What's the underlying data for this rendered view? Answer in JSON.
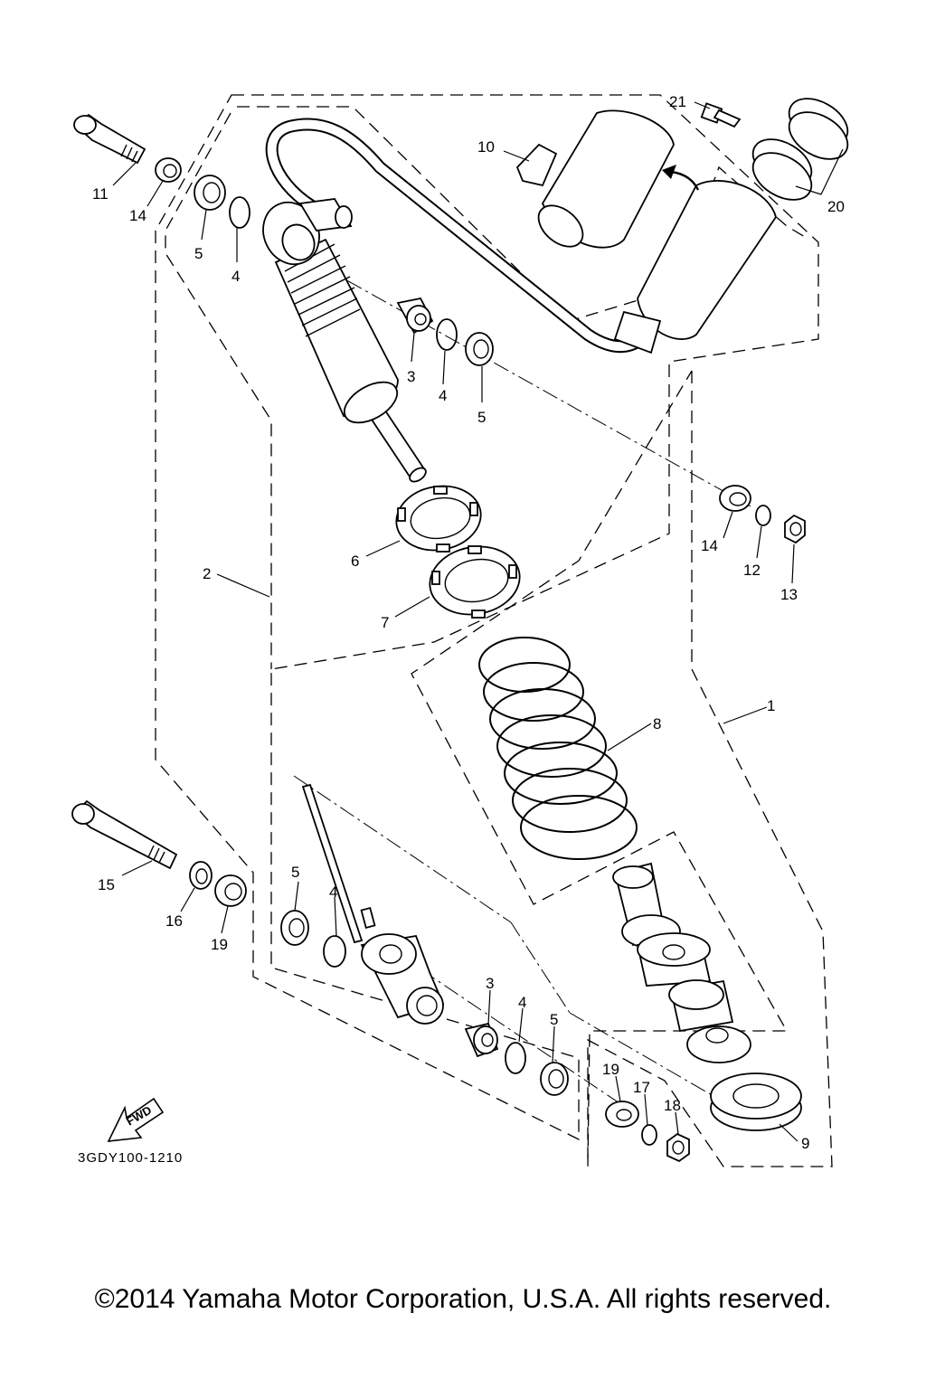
{
  "diagram": {
    "code": "3GDY100-1210",
    "fwd_label": "FWD",
    "copyright": "©2014 Yamaha Motor Corporation, U.S.A. All rights reserved."
  },
  "callouts": [
    {
      "id": "c11a",
      "text": "11"
    },
    {
      "id": "c14a",
      "text": "14"
    },
    {
      "id": "c5a",
      "text": "5"
    },
    {
      "id": "c4a",
      "text": "4"
    },
    {
      "id": "c10",
      "text": "10"
    },
    {
      "id": "c21",
      "text": "21"
    },
    {
      "id": "c20",
      "text": "20"
    },
    {
      "id": "c3a",
      "text": "3"
    },
    {
      "id": "c4b",
      "text": "4"
    },
    {
      "id": "c5b",
      "text": "5"
    },
    {
      "id": "c6",
      "text": "6"
    },
    {
      "id": "c7",
      "text": "7"
    },
    {
      "id": "c2",
      "text": "2"
    },
    {
      "id": "c14b",
      "text": "14"
    },
    {
      "id": "c12",
      "text": "12"
    },
    {
      "id": "c13",
      "text": "13"
    },
    {
      "id": "c1",
      "text": "1"
    },
    {
      "id": "c8",
      "text": "8"
    },
    {
      "id": "c15",
      "text": "15"
    },
    {
      "id": "c16",
      "text": "16"
    },
    {
      "id": "c19a",
      "text": "19"
    },
    {
      "id": "c5c",
      "text": "5"
    },
    {
      "id": "c4c",
      "text": "4"
    },
    {
      "id": "c3b",
      "text": "3"
    },
    {
      "id": "c4d",
      "text": "4"
    },
    {
      "id": "c5d",
      "text": "5"
    },
    {
      "id": "c19b",
      "text": "19"
    },
    {
      "id": "c17",
      "text": "17"
    },
    {
      "id": "c18",
      "text": "18"
    },
    {
      "id": "c9",
      "text": "9"
    }
  ]
}
